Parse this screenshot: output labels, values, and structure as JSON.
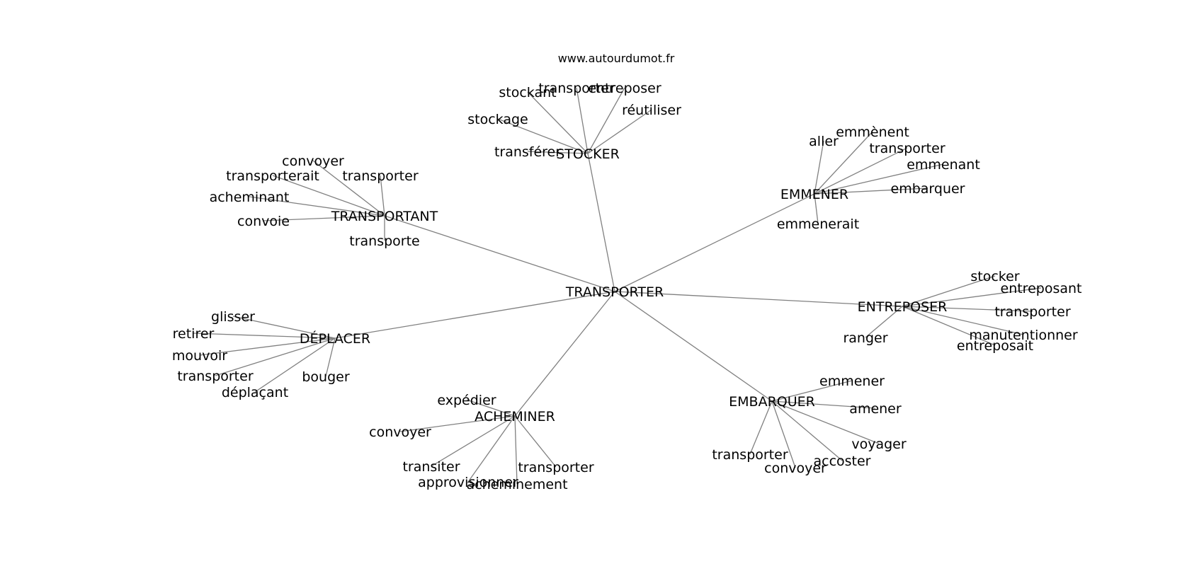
{
  "source_text": "www.autourdumot.fr",
  "line_color": "#808080",
  "text_color": "#000000",
  "center": {
    "id": "n0",
    "label": "TRANSPORTER"
  },
  "hubs": [
    {
      "id": "h1",
      "label": "STOCKER",
      "leaves": [
        {
          "id": "h1l1",
          "label": "stockant"
        },
        {
          "id": "h1l2",
          "label": "transporter"
        },
        {
          "id": "h1l3",
          "label": "entreposer"
        },
        {
          "id": "h1l4",
          "label": "réutiliser"
        },
        {
          "id": "h1l5",
          "label": "stockage"
        },
        {
          "id": "h1l6",
          "label": "transférer"
        }
      ]
    },
    {
      "id": "h2",
      "label": "TRANSPORTANT",
      "leaves": [
        {
          "id": "h2l1",
          "label": "convoyer"
        },
        {
          "id": "h2l2",
          "label": "transporterait"
        },
        {
          "id": "h2l3",
          "label": "transporter"
        },
        {
          "id": "h2l4",
          "label": "acheminant"
        },
        {
          "id": "h2l5",
          "label": "convoie"
        },
        {
          "id": "h2l6",
          "label": "transporte"
        }
      ]
    },
    {
      "id": "h3",
      "label": "EMMENER",
      "leaves": [
        {
          "id": "h3l1",
          "label": "aller"
        },
        {
          "id": "h3l2",
          "label": "emmènent"
        },
        {
          "id": "h3l3",
          "label": "transporter"
        },
        {
          "id": "h3l4",
          "label": "emmenant"
        },
        {
          "id": "h3l5",
          "label": "embarquer"
        },
        {
          "id": "h3l6",
          "label": "emmenerait"
        }
      ]
    },
    {
      "id": "h4",
      "label": "ENTREPOSER",
      "leaves": [
        {
          "id": "h4l1",
          "label": "stocker"
        },
        {
          "id": "h4l2",
          "label": "entreposant"
        },
        {
          "id": "h4l3",
          "label": "transporter"
        },
        {
          "id": "h4l4",
          "label": "manutentionner"
        },
        {
          "id": "h4l5",
          "label": "entreposait"
        },
        {
          "id": "h4l6",
          "label": "ranger"
        }
      ]
    },
    {
      "id": "h5",
      "label": "DÉPLACER",
      "leaves": [
        {
          "id": "h5l1",
          "label": "glisser"
        },
        {
          "id": "h5l2",
          "label": "retirer"
        },
        {
          "id": "h5l3",
          "label": "mouvoir"
        },
        {
          "id": "h5l4",
          "label": "transporter"
        },
        {
          "id": "h5l5",
          "label": "déplaçant"
        },
        {
          "id": "h5l6",
          "label": "bouger"
        }
      ]
    },
    {
      "id": "h6",
      "label": "ACHEMINER",
      "leaves": [
        {
          "id": "h6l1",
          "label": "expédier"
        },
        {
          "id": "h6l2",
          "label": "convoyer"
        },
        {
          "id": "h6l3",
          "label": "transiter"
        },
        {
          "id": "h6l4",
          "label": "approvisionner"
        },
        {
          "id": "h6l5",
          "label": "acheminement"
        },
        {
          "id": "h6l6",
          "label": "transporter"
        }
      ]
    },
    {
      "id": "h7",
      "label": "EMBARQUER",
      "leaves": [
        {
          "id": "h7l1",
          "label": "emmener"
        },
        {
          "id": "h7l2",
          "label": "amener"
        },
        {
          "id": "h7l3",
          "label": "voyager"
        },
        {
          "id": "h7l4",
          "label": "accoster"
        },
        {
          "id": "h7l5",
          "label": "convoyer"
        },
        {
          "id": "h7l6",
          "label": "transporter"
        }
      ]
    }
  ]
}
